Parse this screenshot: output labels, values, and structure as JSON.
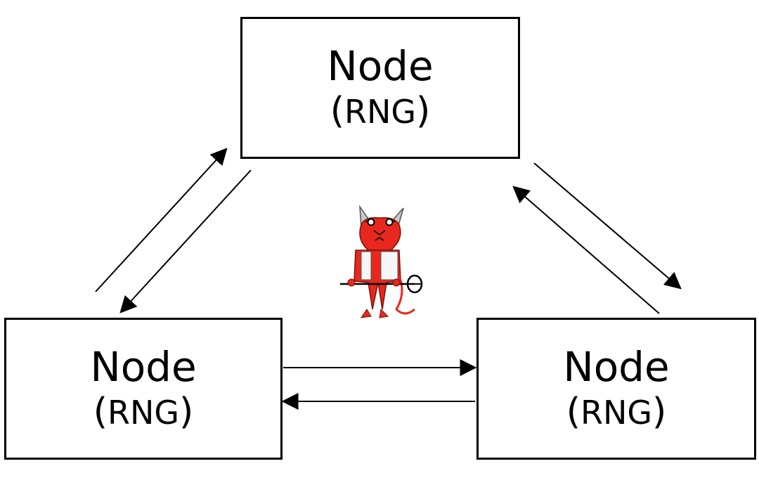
{
  "nodes": [
    {
      "id": "top",
      "title": "Node",
      "subtitle": "RNG"
    },
    {
      "id": "left",
      "title": "Node",
      "subtitle": "RNG"
    },
    {
      "id": "right",
      "title": "Node",
      "subtitle": "RNG"
    }
  ],
  "edges": [
    {
      "from": "left",
      "to": "top"
    },
    {
      "from": "top",
      "to": "left"
    },
    {
      "from": "top",
      "to": "right"
    },
    {
      "from": "right",
      "to": "top"
    },
    {
      "from": "left",
      "to": "right"
    },
    {
      "from": "right",
      "to": "left"
    }
  ],
  "center_figure": {
    "icon": "devil-icon",
    "color": "#e8281e"
  },
  "colors": {
    "line": "#000000",
    "box_border": "#000000"
  }
}
